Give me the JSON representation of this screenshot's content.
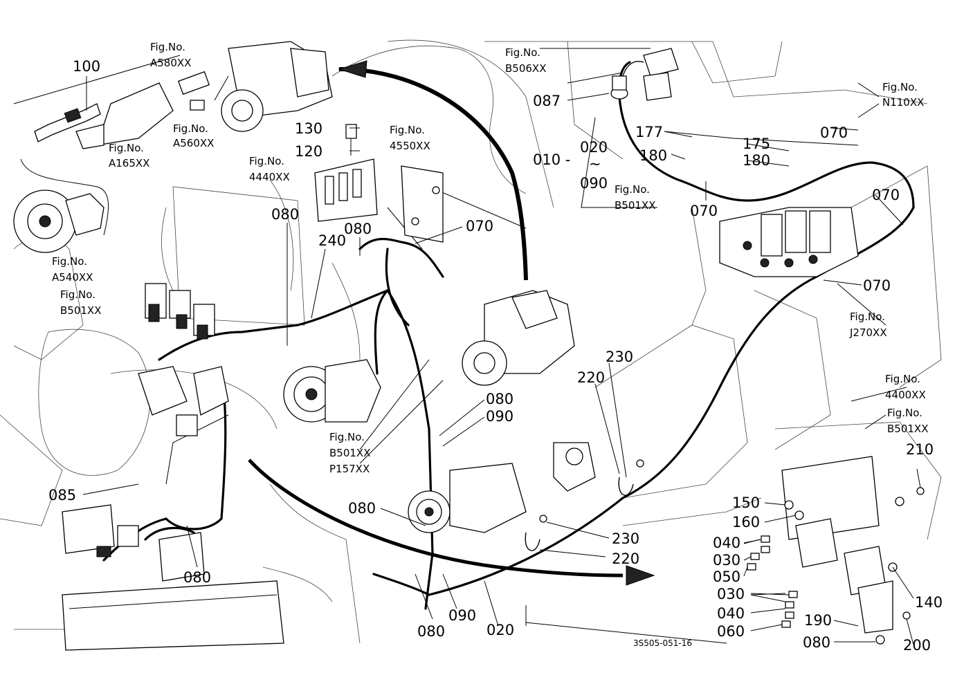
{
  "labels": {
    "l_100": "100",
    "l_087": "087",
    "l_010": "010 -",
    "l_020a": "020",
    "l_tilde": "~",
    "l_090a": "090",
    "l_177": "177",
    "l_180a": "180",
    "l_175": "175",
    "l_180b": "180",
    "l_070a": "070",
    "l_070b": "070",
    "l_070c": "070",
    "l_070d": "070",
    "l_070e": "070",
    "l_130": "130",
    "l_120": "120",
    "l_080a": "080",
    "l_080b": "080",
    "l_240": "240",
    "l_080c": "080",
    "l_090b": "090",
    "l_080d": "080",
    "l_085": "085",
    "l_080e": "080",
    "l_080f": "080",
    "l_090c": "090",
    "l_020b": "020",
    "l_230a": "230",
    "l_220a": "220",
    "l_230b": "230",
    "l_220b": "220",
    "l_150": "150",
    "l_160": "160",
    "l_040a": "040",
    "l_030a": "030",
    "l_050": "050",
    "l_030b": "030",
    "l_040b": "040",
    "l_060": "060",
    "l_210": "210",
    "l_140": "140",
    "l_190": "190",
    "l_200": "200",
    "l_080g": "080"
  },
  "figrefs": {
    "f_a580_t": "Fig.No.",
    "f_a580_c": "A580XX",
    "f_a560_t": "Fig.No.",
    "f_a560_c": "A560XX",
    "f_a165_t": "Fig.No.",
    "f_a165_c": "A165XX",
    "f_b506_t": "Fig.No.",
    "f_b506_c": "B506XX",
    "f_n110_t": "Fig.No.",
    "f_n110_c": "N110XX",
    "f_4550_t": "Fig.No.",
    "f_4550_c": "4550XX",
    "f_4440_t": "Fig.No.",
    "f_4440_c": "4440XX",
    "f_b501a_t": "Fig.No.",
    "f_b501a_c": "B501XX",
    "f_a540_t": "Fig.No.",
    "f_a540_c": "A540XX",
    "f_b501b_t": "Fig.No.",
    "f_b501b_c": "B501XX",
    "f_j270_t": "Fig.No.",
    "f_j270_c": "J270XX",
    "f_b501c_t": "Fig.No.",
    "f_b501c_c1": "B501XX",
    "f_b501c_c2": "P157XX",
    "f_4400_t": "Fig.No.",
    "f_4400_c": "4400XX",
    "f_b501d_t": "Fig.No.",
    "f_b501d_c": "B501XX"
  },
  "drawing_code": "3S505-051-16"
}
